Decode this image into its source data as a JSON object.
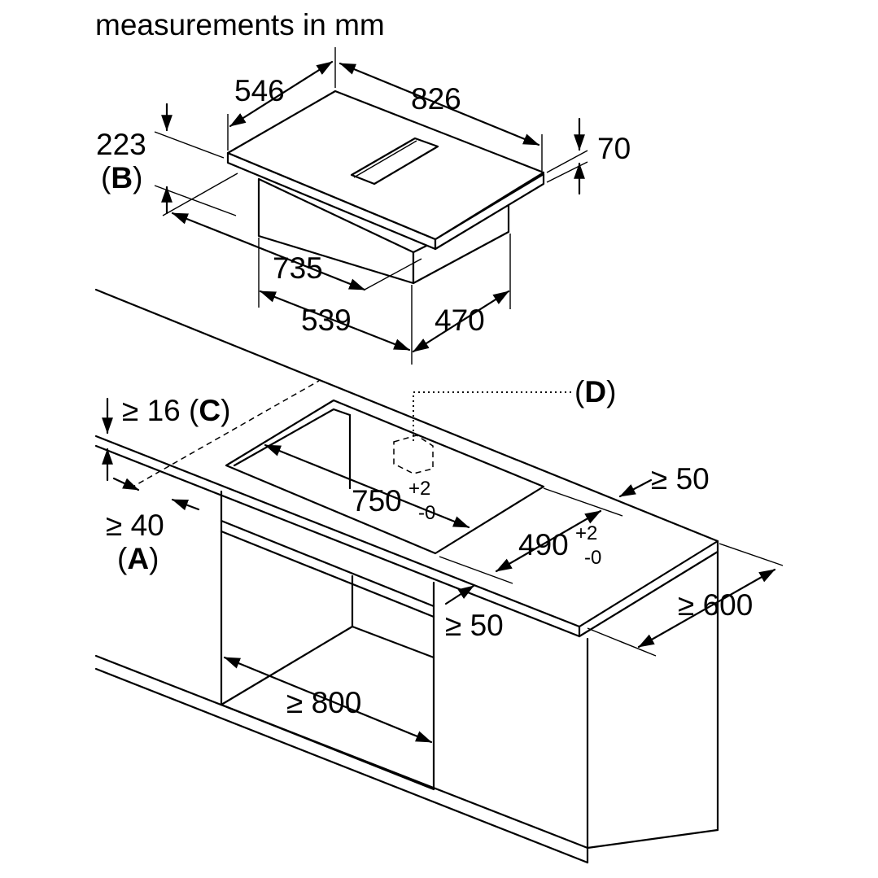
{
  "title": "measurements in mm",
  "hob": {
    "depth": "546",
    "width": "826",
    "height": "70",
    "min_front": "223",
    "label_b": "(B)",
    "cutout_width": "735",
    "box_width": "539",
    "box_depth": "470"
  },
  "worktop": {
    "min_thickness": "≥ 16",
    "label_c": "(C)",
    "min_front_gap": "≥ 40",
    "label_a": "(A)",
    "label_d": "(D)",
    "cutout_width": "750",
    "cutout_width_tol_plus": "+2",
    "cutout_width_tol_minus": "-0",
    "cutout_depth": "490",
    "cutout_depth_tol_plus": "+2",
    "cutout_depth_tol_minus": "-0",
    "min_rear_gap": "≥ 50",
    "min_side_gap": "≥ 50",
    "min_depth": "≥ 600",
    "min_cabinet_width": "≥ 800"
  }
}
